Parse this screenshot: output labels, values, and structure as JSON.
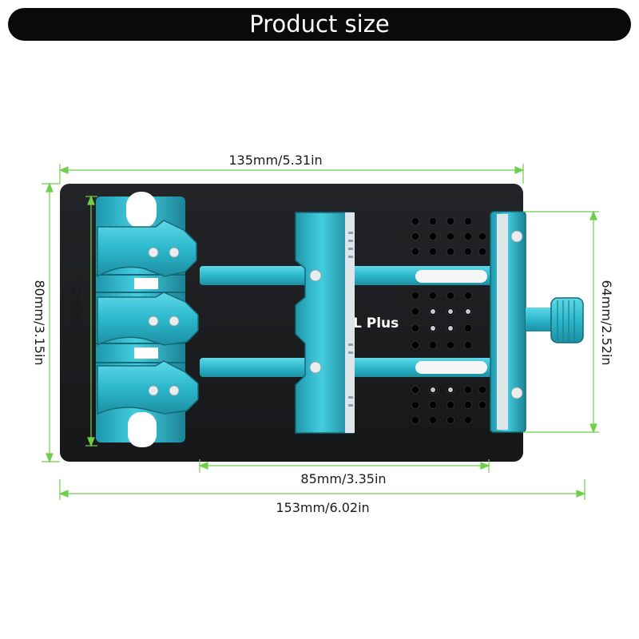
{
  "header": {
    "title": "Product size"
  },
  "dimensions": {
    "top_width": "135mm/5.31in",
    "bottom_width": "153mm/6.02in",
    "inner_width": "85mm/3.35in",
    "left_height": "80mm/3.15in",
    "clamp_height": "72mm/2.83in",
    "right_height": "64mm/2.52in"
  },
  "product": {
    "brand_text": "L Plus"
  },
  "colors": {
    "accent": "#2cb8cc",
    "dimension_line": "#6fcf4a",
    "plate": "#1c1d20",
    "title_bg": "#0a0a0a"
  }
}
